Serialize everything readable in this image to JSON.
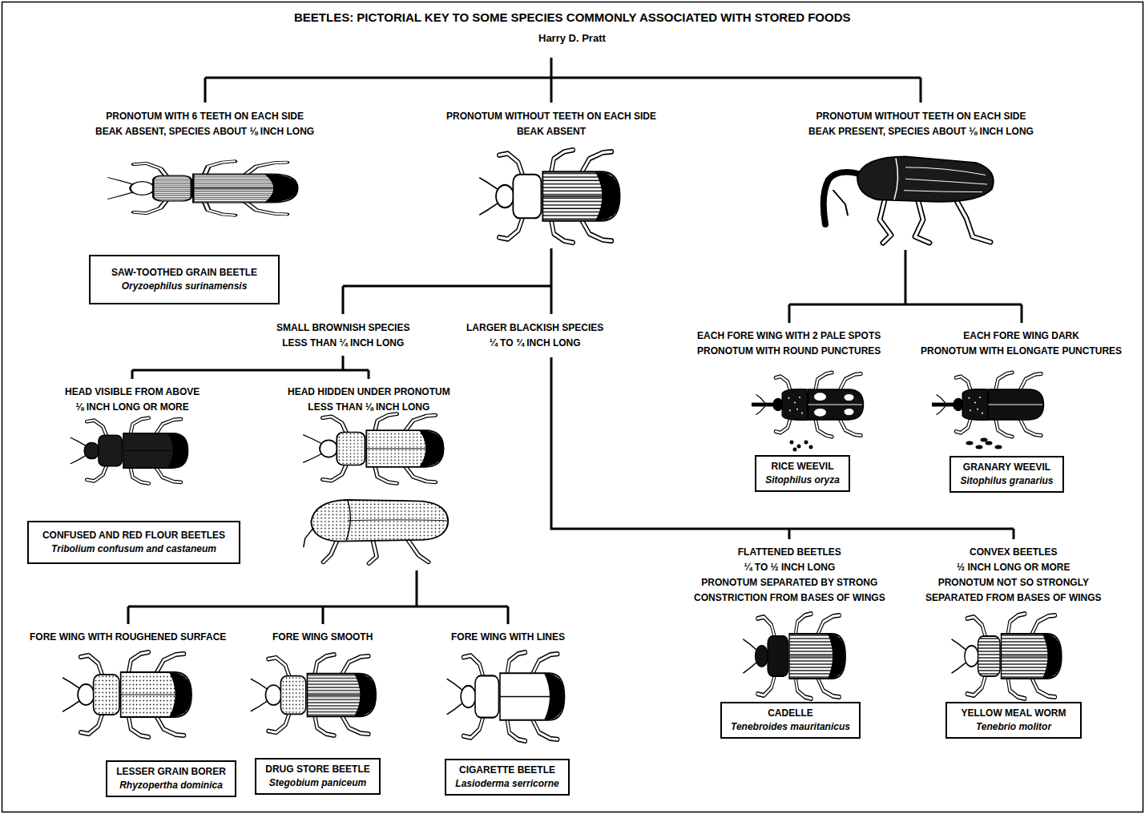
{
  "diagram": {
    "title": "BEETLES: PICTORIAL KEY TO SOME SPECIES COMMONLY ASSOCIATED WITH STORED FOODS",
    "nodes": [
      {
        "text": [
          "SAW-TOOTHED GRAIN BEETLE",
          "Oryzoephilus surinamensis"
        ]
      },
      {
        "text": [
          "RICE WEEVIL",
          "Sitophilus oryza"
        ]
      },
      {
        "text": [
          "GRANARY WEEVIL",
          "Sitophilus granarius"
        ]
      },
      {
        "text": [
          "CONFUSED AND RED FLOUR BEETLES",
          "Tribolium confusum and castaneum"
        ]
      },
      {
        "text": [
          "CADELLE",
          "Tenebroides mauritanicus"
        ]
      },
      {
        "text": [
          "YELLOW MEAL WORM",
          "Tenebrio molitor"
        ]
      },
      {
        "text": [
          "LESSER GRAIN BORER",
          "Rhyzopertha dominica"
        ]
      },
      {
        "text": [
          "DRUG STORE BEETLE",
          "Stegobium paniceum"
        ]
      },
      {
        "text": [
          "CIGARETTE BEETLE",
          "Lasioderma serricorne"
        ]
      }
    ],
    "labels": [
      "Harry D. Pratt",
      "PRONOTUM WITH 6 TEETH ON EACH SIDE BEAK ABSENT, SPECIES ABOUT ⅛ INCH LONG",
      "PRONOTUM WITHOUT TEETH ON EACH SIDE BEAK ABSENT",
      "PRONOTUM WITHOUT TEETH ON EACH SIDE BEAK PRESENT, SPECIES ABOUT ⅛ INCH LONG",
      "SMALL BROWNISH SPECIES LESS THAN ¼ INCH LONG",
      "LARGER BLACKISH SPECIES ¼ TO ¾ INCH LONG",
      "EACH FORE WING WITH 2 PALE SPOTS PRONOTUM WITH ROUND PUNCTURES",
      "EACH FORE WING DARK PRONOTUM WITH ELONGATE PUNCTURES",
      "HEAD VISIBLE FROM ABOVE ⅛ INCH LONG OR MORE",
      "HEAD HIDDEN UNDER PRONOTUM LESS THAN ⅛ INCH LONG",
      "FLATTENED BEETLES ¼ TO ½ INCH LONG PRONOTUM SEPARATED BY STRONG CONSTRICTION FROM BASES OF WINGS",
      "CONVEX BEETLES ½ INCH LONG OR MORE PRONOTUM NOT SO STRONGLY SEPARATED FROM BASES OF WINGS",
      "FORE WING WITH ROUGHENED SURFACE",
      "FORE WING SMOOTH",
      "FORE WING WITH LINES"
    ]
  }
}
